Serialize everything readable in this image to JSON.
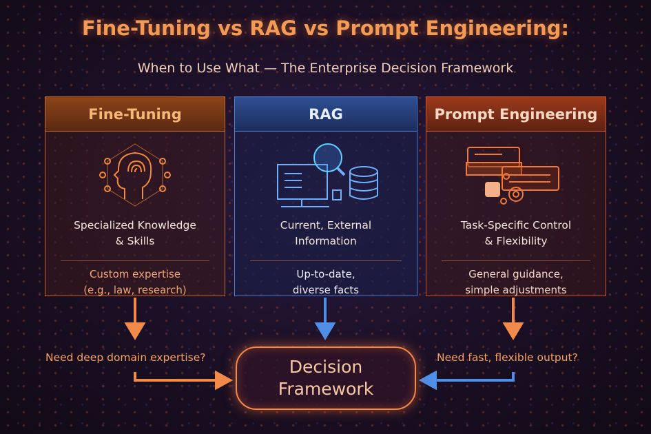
{
  "title": "Fine-Tuning vs RAG vs Prompt Engineering:",
  "subtitle": "When to Use What — The Enterprise Decision Framework",
  "cards": [
    {
      "title": "Fine-Tuning",
      "icon": "brain-head-icon",
      "main1": "Specialized Knowledge",
      "main2": "& Skills",
      "sub1": "Custom expertise",
      "sub2": "(e.g., law, research)"
    },
    {
      "title": "RAG",
      "icon": "computer-search-database-icon",
      "main1": "Current, External",
      "main2": "Information",
      "sub1": "Up-to-date,",
      "sub2": "diverse facts"
    },
    {
      "title": "Prompt Engineering",
      "icon": "chat-gear-icon",
      "main1": "Task-Specific Control",
      "main2": "& Flexibility",
      "sub1": "General guidance,",
      "sub2": "simple adjustments"
    }
  ],
  "left_question": "Need deep domain expertise?",
  "right_question": "Need fast, flexible output?",
  "decision": {
    "line1": "Decision",
    "line2": "Framework"
  },
  "colors": {
    "orange": "#f28a4a",
    "blue": "#4f8fe8"
  }
}
